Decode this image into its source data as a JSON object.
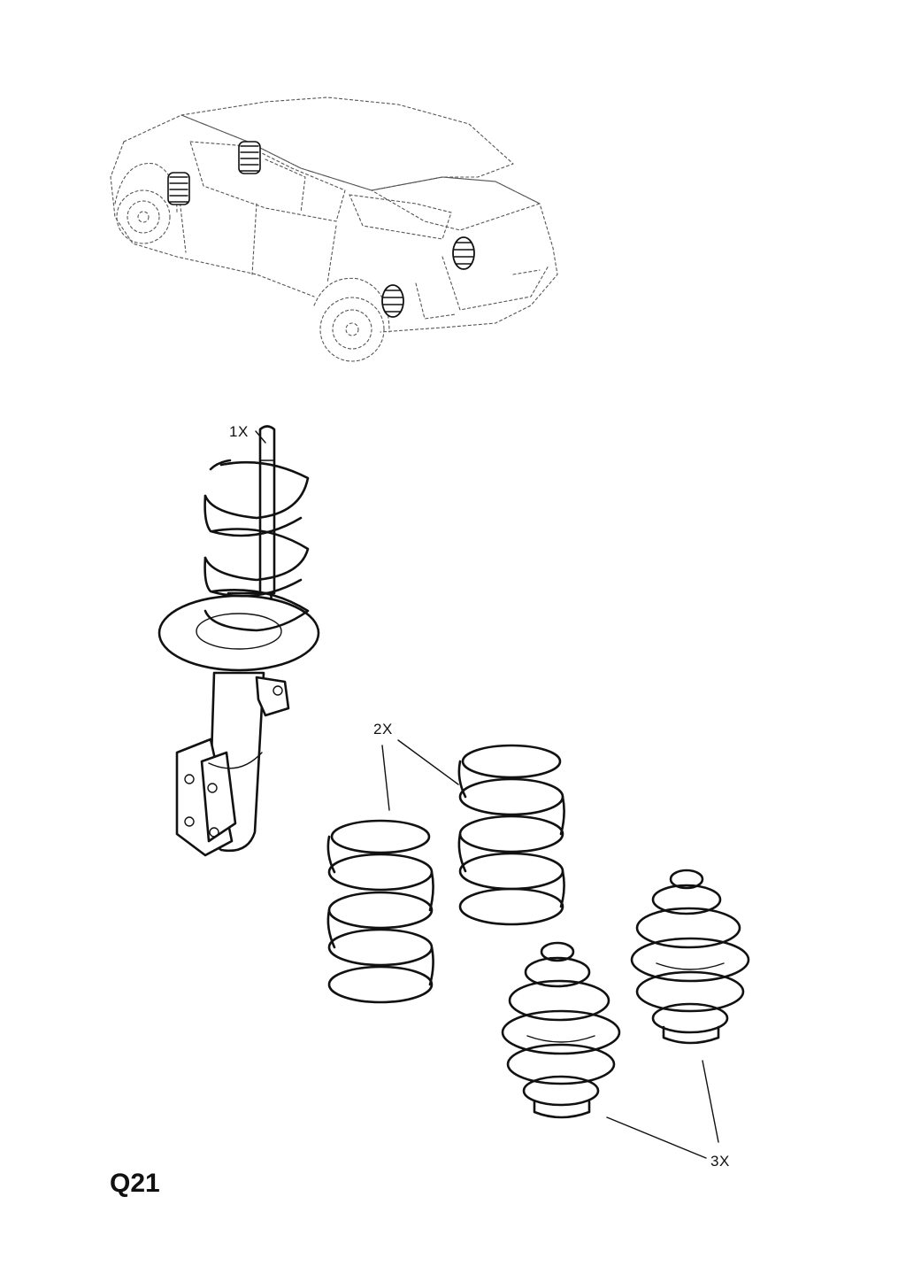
{
  "diagram": {
    "callouts": [
      {
        "id": "strut",
        "label": "1X"
      },
      {
        "id": "front-springs",
        "label": "2X"
      },
      {
        "id": "rear-springs",
        "label": "3X"
      }
    ],
    "page_code": "Q21"
  }
}
